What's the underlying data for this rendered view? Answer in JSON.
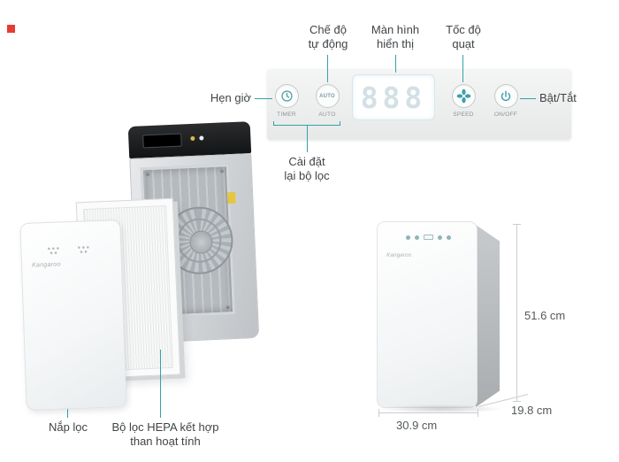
{
  "colors": {
    "accent": "#35a2a6",
    "text": "#404447",
    "dim_text": "#54585b"
  },
  "panel": {
    "timer_label": "TIMER",
    "auto_icon_text": "AUTO",
    "auto_label": "AUTO",
    "speed_label": "SPEED",
    "onoff_label": "ON/OFF",
    "display_value": "888"
  },
  "callouts": {
    "timer": "Hẹn giờ",
    "auto_l1": "Chế độ",
    "auto_l2": "tự động",
    "display_l1": "Màn hình",
    "display_l2": "hiển thị",
    "speed_l1": "Tốc độ",
    "speed_l2": "quạt",
    "power": "Bật/Tắt",
    "reset_l1": "Cài đặt",
    "reset_l2": "lại bộ lọc"
  },
  "exploded": {
    "cover_label": "Nắp lọc",
    "filter_l1": "Bộ lọc HEPA kết hợp",
    "filter_l2": "than hoạt tính",
    "brand": "Kangaroo"
  },
  "dimensions": {
    "height": "51.6 cm",
    "width": "30.9 cm",
    "depth": "19.8 cm"
  }
}
